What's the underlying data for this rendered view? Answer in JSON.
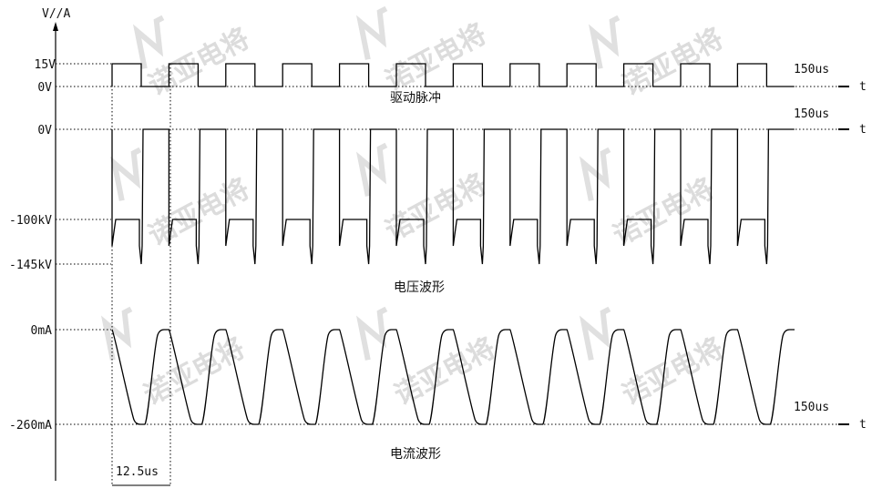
{
  "axis": {
    "y_unit_label": "V//A",
    "time_symbol": "t"
  },
  "levels": {
    "v15": "15V",
    "drive_0v": "0V",
    "voltage_0v": "0V",
    "v100k": "-100kV",
    "v145k": "-145kV",
    "i0": "0mA",
    "i260": "-260mA"
  },
  "period_labels": {
    "drive": "150us",
    "voltage": "150us",
    "current": "150us"
  },
  "captions": {
    "drive": "驱动脉冲",
    "voltage": "电压波形",
    "current": "电流波形"
  },
  "dimension": {
    "pulse_width": "12.5us"
  },
  "watermark": {
    "text": "诺亚电将",
    "color": "#d9d9d9"
  },
  "waveform": {
    "cycles": 12,
    "color": "#000000"
  }
}
